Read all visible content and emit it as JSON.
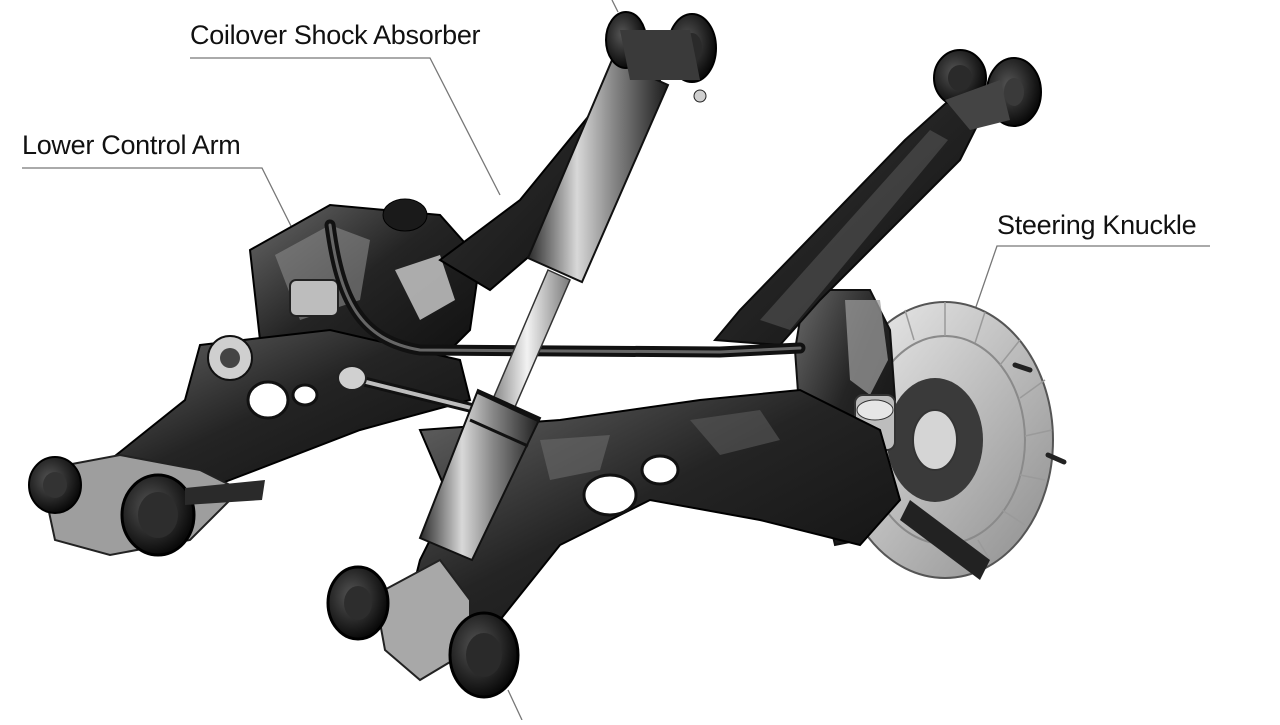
{
  "labels": {
    "coilover": "Coilover Shock Absorber",
    "lower_control_arm": "Lower Control Arm",
    "steering_knuckle": "Steering Knuckle"
  },
  "colors": {
    "background": "#ffffff",
    "text": "#111111",
    "leader_line": "#777777",
    "metal_dark": "#1b1b1b",
    "metal_mid": "#4a4a4a",
    "metal_light": "#cfcfcf",
    "rotor": "#bdbdbd"
  }
}
